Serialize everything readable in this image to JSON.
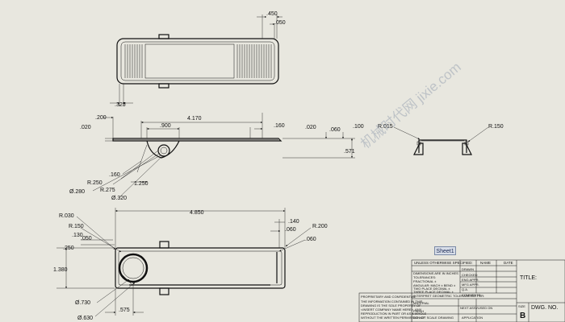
{
  "sheet_tab": "Sheet1",
  "watermark": "机械时代网 jixie.com",
  "dims": {
    "top_450": ".450",
    "top_050": ".050",
    "top_325": ".325",
    "side_200": ".200",
    "side_4170": "4.170",
    "side_020a": ".020",
    "side_900": ".900",
    "side_160": ".160",
    "side_020b": ".020",
    "side_060": ".060",
    "side_100": ".100",
    "side_571": ".571",
    "side_r250": "R.250",
    "side_160b": ".160",
    "side_r275": "R.275",
    "side_1250": "1.250",
    "side_d280": "Ø.280",
    "side_d320": "Ø.320",
    "end_r015": "R.015",
    "end_r150": "R.150",
    "bot_r030": "R.030",
    "bot_r150": "R.150",
    "bot_130": ".130",
    "bot_050": ".050",
    "bot_250": ".250",
    "bot_4850": "4.850",
    "bot_140": ".140",
    "bot_060a": ".060",
    "bot_r200": "R.200",
    "bot_060b": ".060",
    "bot_1380": "1.380",
    "bot_d730": "Ø.730",
    "bot_575": ".575",
    "bot_d630": "Ø.630"
  },
  "title_block": {
    "unless_specified": "UNLESS OTHERWISE SPECIFIED:",
    "name": "NAME",
    "date": "DATE",
    "dims_are": "DIMENSIONS ARE IN INCHES",
    "tolerances": "TOLERANCES:",
    "fractional": "FRACTIONAL ±",
    "angular": "ANGULAR: MACH ±  BEND ±",
    "two_place": "TWO PLACE DECIMAL   ±",
    "three_place": "THREE PLACE DECIMAL  ±",
    "drawn": "DRAWN",
    "checked": "CHECKED",
    "eng_appr": "ENG APPR.",
    "mfg_appr": "MFG APPR.",
    "qa": "Q.A.",
    "comments": "COMMENTS:",
    "interpret": "INTERPRET GEOMETRIC TOLERANCING PER:",
    "material": "MATERIAL",
    "finish": "FINISH",
    "proprietary": "PROPRIETARY AND CONFIDENTIAL",
    "prop_text1": "THE INFORMATION CONTAINED IN THIS",
    "prop_text2": "DRAWING IS THE SOLE PROPERTY OF",
    "prop_text3": "<INSERT COMPANY NAME HERE>. ANY",
    "prop_text4": "REPRODUCTION IN PART OR AS A WHOLE",
    "prop_text5": "WITHOUT THE WRITTEN PERMISSION OF",
    "next_assy": "NEXT ASSY",
    "used_on": "USED ON",
    "application": "APPLICATION",
    "do_not_scale": "DO NOT SCALE DRAWING",
    "title": "TITLE:",
    "size": "SIZE",
    "size_val": "B",
    "dwg_no": "DWG.  NO."
  }
}
